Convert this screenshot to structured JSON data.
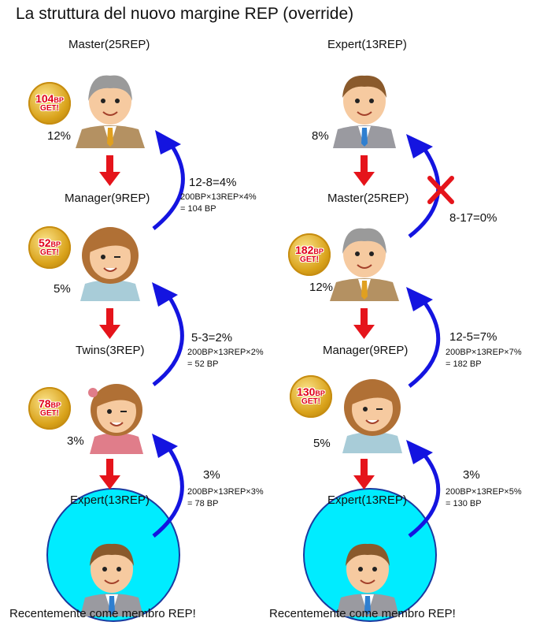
{
  "title": "La struttura del nuovo margine REP (override)",
  "left": {
    "roles": [
      "Master(25REP)",
      "Manager(9REP)",
      "Twins(3REP)",
      "Expert(13REP)"
    ],
    "percents": [
      "12%",
      "5%",
      "3%"
    ],
    "badges": [
      {
        "amount": "104",
        "unit": "BP",
        "get": "GET!"
      },
      {
        "amount": "52",
        "unit": "BP",
        "get": "GET!"
      },
      {
        "amount": "78",
        "unit": "BP",
        "get": "GET!"
      }
    ],
    "calcs": [
      {
        "head": "12-8=4%",
        "line1": "200BP×13REP×4%",
        "line2": "= 104 BP"
      },
      {
        "head": "5-3=2%",
        "line1": "200BP×13REP×2%",
        "line2": "= 52 BP"
      },
      {
        "head": "3%",
        "line1": "200BP×13REP×3%",
        "line2": "= 78 BP"
      }
    ],
    "caption": "Recentemente come membro REP!"
  },
  "right": {
    "roles": [
      "Expert(13REP)",
      "Master(25REP)",
      "Manager(9REP)",
      "Expert(13REP)"
    ],
    "percents": [
      "8%",
      "12%",
      "5%"
    ],
    "badges": [
      {
        "amount": "182",
        "unit": "BP",
        "get": "GET!"
      },
      {
        "amount": "130",
        "unit": "BP",
        "get": "GET!"
      }
    ],
    "calcs": [
      {
        "head": "8-17=0%"
      },
      {
        "head": "12-5=7%",
        "line1": "200BP×13REP×7%",
        "line2": "= 182 BP"
      },
      {
        "head": "3%",
        "line1": "200BP×13REP×5%",
        "line2": "= 130 BP"
      }
    ],
    "caption": "Recentemente come membro REP!"
  },
  "colors": {
    "arrow_red": "#e5141b",
    "arrow_blue": "#1414e0",
    "highlight": "#00ecff",
    "badge_gold": "#d9a21a"
  }
}
